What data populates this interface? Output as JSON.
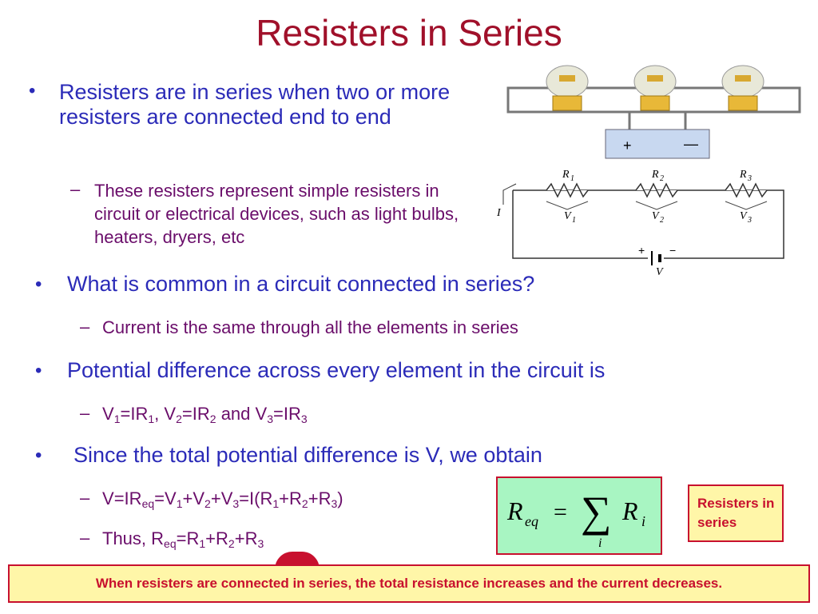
{
  "title": "Resisters in Series",
  "bullets": {
    "b1": "Resisters are in series when two or more resisters are connected end to end",
    "b1_sub": "These resisters represent simple resisters in circuit or electrical devices, such as light bulbs, heaters, dryers, etc",
    "b2": "What is common in a circuit connected in series?",
    "b2_sub": "Current is the same through all the elements in series",
    "b3": "Potential difference across every element in the circuit is",
    "b4": "Since the total potential difference is V, we obtain"
  },
  "eq": {
    "r": "R",
    "eq": "eq",
    "equals": "=",
    "sum": "∑",
    "i": "i",
    "ri": "R",
    "V": "V",
    "I": "I",
    "one": "1",
    "two": "2",
    "three": "3",
    "sep_eq": "=",
    "comma": ",",
    "and": "and",
    "plus": "+",
    "lparen": "(",
    "rparen": ")",
    "thus": "Thus,"
  },
  "circuit": {
    "r1": "R",
    "r2": "R",
    "r3": "R",
    "s1": "1",
    "s2": "2",
    "s3": "3",
    "v": "V",
    "i": "I",
    "plus": "+",
    "minus": "−"
  },
  "battery": {
    "plus": "+",
    "minus": "—"
  },
  "note": "Resisters in series",
  "banner": "When resisters are connected in series, the total resistance increases and the current decreases.",
  "colors": {
    "title": "#a0102a",
    "bullet": "#2b2bb8",
    "sub": "#6a0d6a",
    "accent": "#c8102e"
  }
}
